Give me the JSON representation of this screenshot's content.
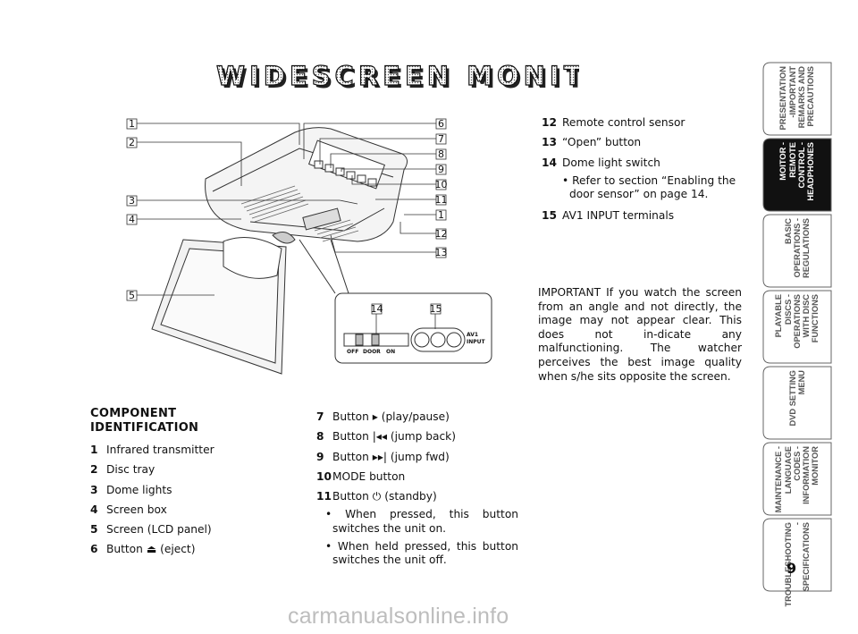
{
  "title": "WIDESCREEN MONITOR",
  "figure": {
    "callouts_left": [
      "1",
      "2",
      "3",
      "4",
      "5"
    ],
    "callouts_right": [
      "6",
      "7",
      "8",
      "9",
      "10",
      "11",
      "1",
      "12",
      "13"
    ],
    "inset_callouts": [
      "14",
      "15"
    ],
    "inset_switch_labels": [
      "OFF",
      "DOOR",
      "ON"
    ],
    "inset_av_label": [
      "AV1",
      "INPUT"
    ]
  },
  "components": {
    "heading": [
      "COMPONENT",
      "IDENTIFICATION"
    ],
    "items": [
      {
        "n": "1",
        "text": "Infrared transmitter"
      },
      {
        "n": "2",
        "text": "Disc tray"
      },
      {
        "n": "3",
        "text": "Dome lights"
      },
      {
        "n": "4",
        "text": "Screen box"
      },
      {
        "n": "5",
        "text": "Screen (LCD panel)"
      },
      {
        "n": "6",
        "text": "Button ⏏ (eject)"
      }
    ]
  },
  "components_mid": {
    "items": [
      {
        "n": "7",
        "text": "Button ▸ (play/pause)"
      },
      {
        "n": "8",
        "text": "Button |◂◂ (jump back)"
      },
      {
        "n": "9",
        "text": "Button ▸▸| (jump fwd)"
      },
      {
        "n": "10",
        "text": "MODE button"
      },
      {
        "n": "11",
        "text": "Button ⏻ (standby)"
      }
    ],
    "notes": [
      "• When pressed, this button switches the unit on.",
      "• When held pressed, this button switches the unit off."
    ]
  },
  "components_right": {
    "items": [
      {
        "n": "12",
        "text": "Remote control sensor"
      },
      {
        "n": "13",
        "text": "“Open” button"
      },
      {
        "n": "14",
        "text": "Dome light switch"
      }
    ],
    "note14": "• Refer to section “Enabling the door sensor” on page 14.",
    "item15": {
      "n": "15",
      "text": "AV1 INPUT terminals"
    }
  },
  "important": "IMPORTANT If you watch the screen from an angle and not directly, the image may not appear clear.  This does not in-dicate any malfunctioning. The watcher perceives the best image quality when s/he sits opposite the screen.",
  "tabs": [
    {
      "lines": [
        "PRESENTATION",
        "-IMPORTANT",
        "REMARKS AND",
        "PRECAUTIONS"
      ],
      "active": false
    },
    {
      "lines": [
        "MOITOR -",
        "REMOTE",
        "CONTROL -",
        "HEADPHONES"
      ],
      "active": true
    },
    {
      "lines": [
        "BASIC",
        "OPERATIONS -",
        "REGULATIONS"
      ],
      "active": false
    },
    {
      "lines": [
        "PLAYABLE DISCS -",
        "OPERATIONS",
        "WITH DISC",
        "FUNCTIONS"
      ],
      "active": false
    },
    {
      "lines": [
        "DVD SETTING",
        "MENU"
      ],
      "active": false
    },
    {
      "lines": [
        "MAINTENANCE -",
        "LANGUAGE CODES -",
        "INFORMATION",
        "MONITOR"
      ],
      "active": false
    },
    {
      "lines": [
        "TROUBLESHOOTING -",
        "SPECIFICATIONS"
      ],
      "active": false
    }
  ],
  "page_number": "9",
  "watermark": "carmanualsonline.info"
}
